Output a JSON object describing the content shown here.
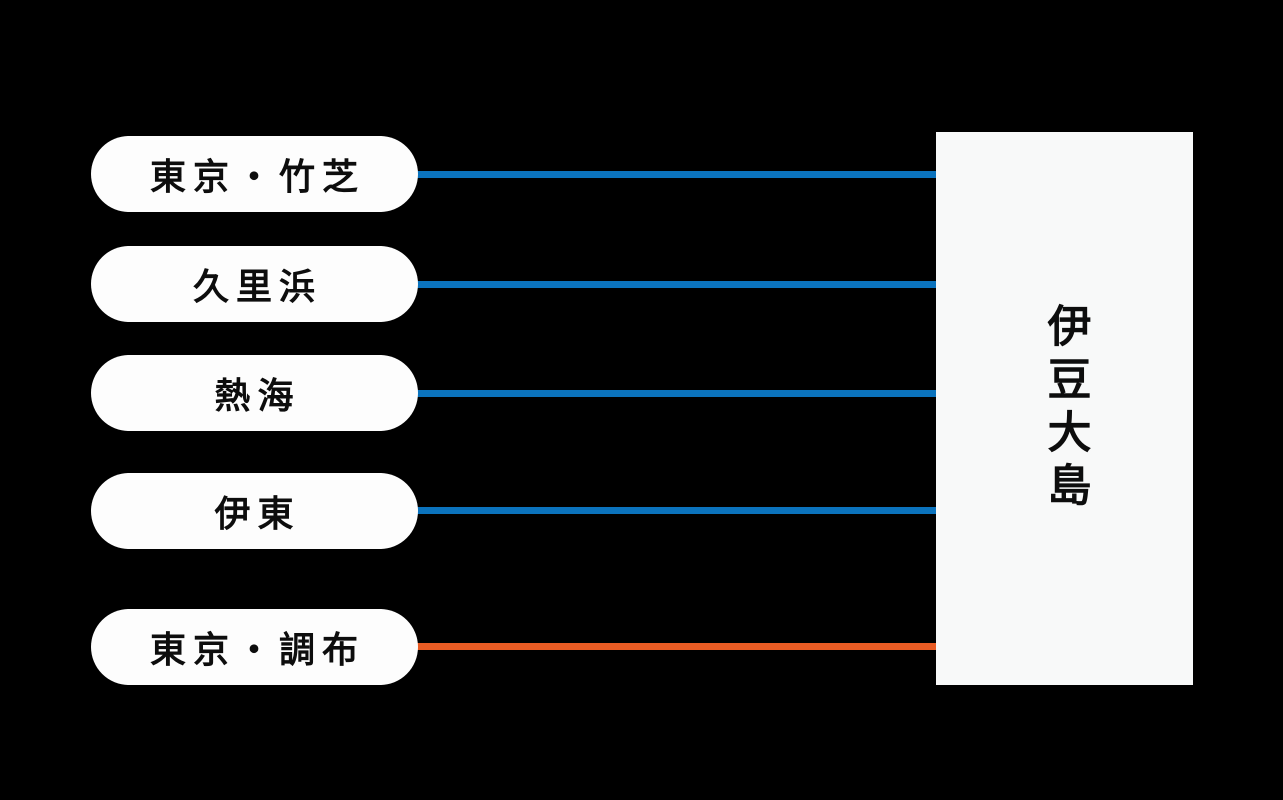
{
  "diagram": {
    "description": "Route connection diagram: origins linked to Izu Oshima",
    "destination": {
      "label": "伊豆大島"
    },
    "origins": [
      {
        "label": "東京・竹芝",
        "line_color": "#0b73bd"
      },
      {
        "label": "久里浜",
        "line_color": "#0b73bd"
      },
      {
        "label": "熱海",
        "line_color": "#0b73bd"
      },
      {
        "label": "伊東",
        "line_color": "#0b73bd"
      },
      {
        "label": "東京・調布",
        "line_color": "#e95c24"
      }
    ],
    "colors": {
      "background": "#000000",
      "node_fill": "#fdfdfd",
      "destination_fill": "#f8f9f9",
      "text": "#0d0d0d",
      "blue_route": "#0b73bd",
      "orange_route": "#e95c24"
    }
  }
}
